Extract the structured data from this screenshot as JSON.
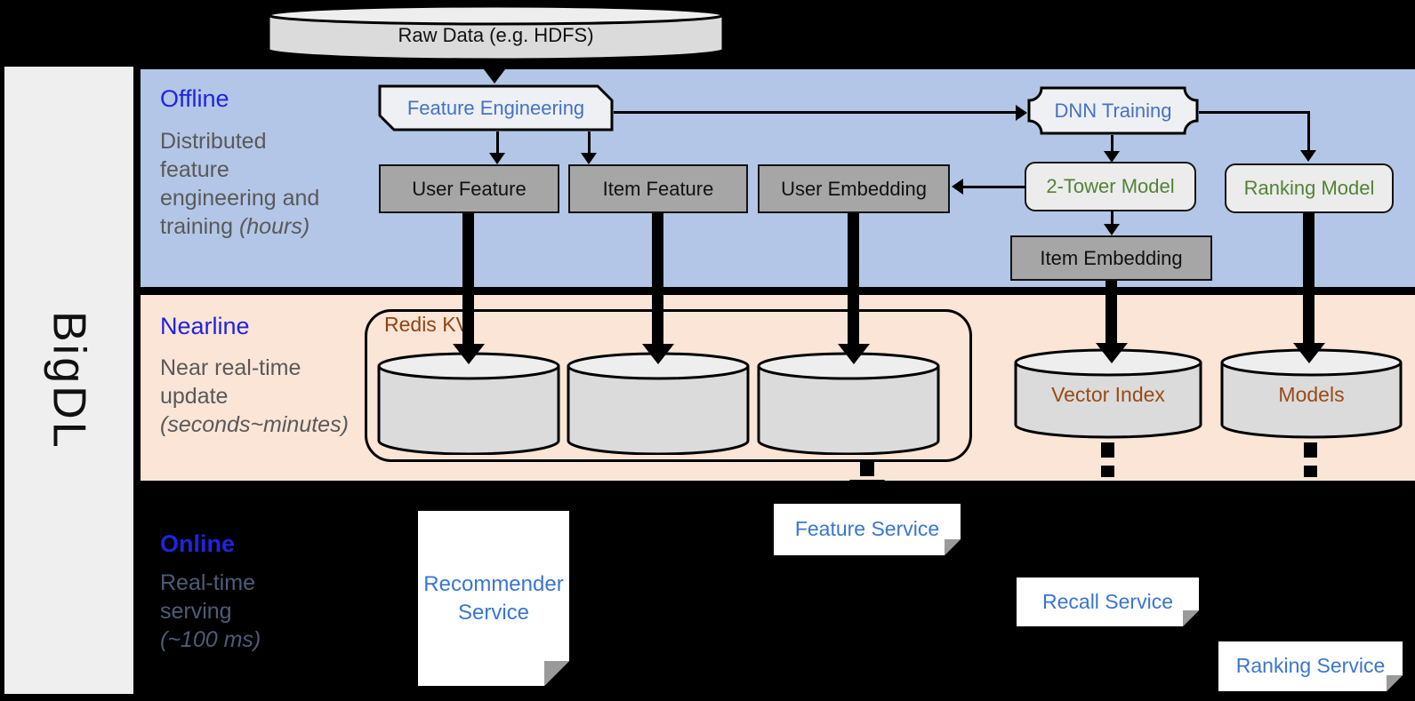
{
  "sidebar": {
    "brand": "BigDL"
  },
  "source": {
    "raw_data": "Raw Data (e.g. HDFS)"
  },
  "offline": {
    "band_title": "Offline",
    "band_desc_lines": [
      "Distributed",
      "feature",
      "engineering and",
      "training"
    ],
    "band_desc_em": "(hours)",
    "nodes": {
      "feature_engineering": "Feature Engineering",
      "dnn_training": "DNN Training",
      "user_feature": "User Feature",
      "item_feature": "Item Feature",
      "user_embedding": "User Embedding",
      "two_tower_model": "2-Tower Model",
      "ranking_model": "Ranking Model",
      "item_embedding": "Item Embedding"
    }
  },
  "nearline": {
    "band_title": "Nearline",
    "band_desc_lines": [
      "Near real-time",
      "update"
    ],
    "band_desc_em": "(seconds~minutes)",
    "nodes": {
      "redis_kv": "Redis KV",
      "vector_index": "Vector Index",
      "models": "Models"
    }
  },
  "online": {
    "band_title": "Online",
    "band_desc_lines": [
      "Real-time",
      "serving"
    ],
    "band_desc_em": "(~100 ms)",
    "nodes": {
      "recommender_service": "Recommender Service",
      "feature_service": "Feature Service",
      "recall_service": "Recall Service",
      "ranking_service": "Ranking Service"
    }
  },
  "colors": {
    "offline_band": "#b3c6e7",
    "nearline_band": "#fbe5d6",
    "online_band": "#000000",
    "band_title_blue": "#1f24dd",
    "desc_gray": "#595959",
    "desc_online_gray": "#4d5c77",
    "node_text_blue": "#4472c4",
    "service_text_blue": "#3a76cf",
    "model_text_green": "#548235",
    "store_text_brown": "#9a4a16",
    "gray_box_fill": "#a6a6a6",
    "light_box_fill": "#ececec",
    "cylinder_fill": "#dbdbdb",
    "sidebar_fill": "#efefef"
  }
}
